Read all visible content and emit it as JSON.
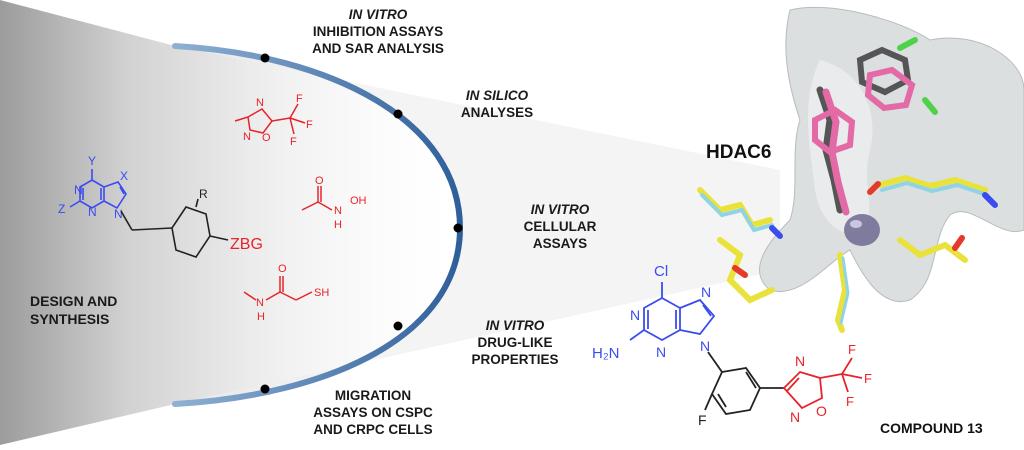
{
  "stages": [
    {
      "italic": "IN VITRO",
      "lines": [
        "INHIBITION ASSAYS",
        "AND SAR ANALYSIS"
      ]
    },
    {
      "italic": "IN SILICO",
      "lines": [
        "ANALYSES"
      ]
    },
    {
      "italic": "IN VITRO",
      "lines": [
        "CELLULAR",
        "ASSAYS"
      ]
    },
    {
      "italic": "IN VITRO",
      "lines": [
        "DRUG-LIKE",
        "PROPERTIES"
      ]
    },
    {
      "italic": "",
      "lines": [
        "MIGRATION",
        "ASSAYS ON CSPC",
        "AND CRPC CELLS"
      ]
    }
  ],
  "design": {
    "line1": "DESIGN AND",
    "line2": "SYNTHESIS"
  },
  "target": "HDAC6",
  "compound": "COMPOUND 13",
  "scaffold_labels": {
    "y": "Y",
    "x": "X",
    "z": "Z",
    "r": "R",
    "n": "N",
    "zbg": "ZBG"
  },
  "zbg_atoms": {
    "o": "O",
    "n": "N",
    "f": "F",
    "h": "H",
    "oh": "OH",
    "sh": "SH"
  },
  "compound_atoms": {
    "cl": "Cl",
    "h2n": "H₂N",
    "n": "N",
    "f": "F",
    "o": "O"
  },
  "colors": {
    "scaffold": "#3a4cf0",
    "zbg": "#e8232a",
    "arc": "#3d6fae",
    "dot": "#000000",
    "ligand_pink": "#e36aa6",
    "protein_yellow": "#e9e23a",
    "surface": "#d9dcdd"
  }
}
